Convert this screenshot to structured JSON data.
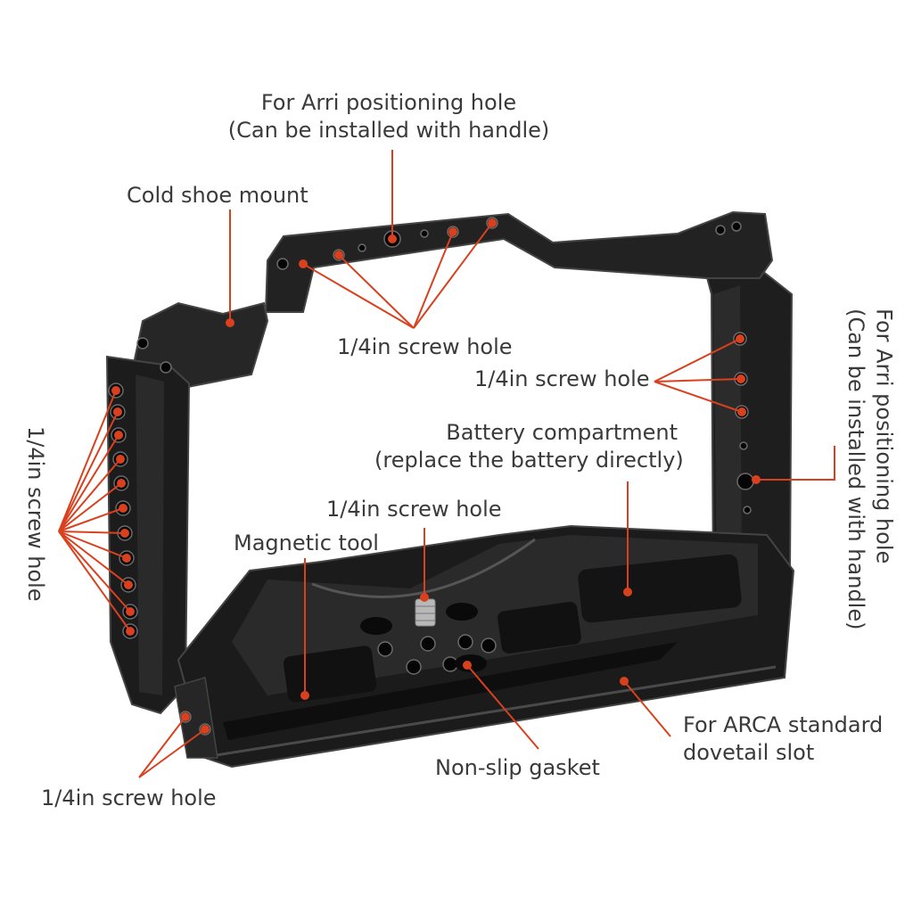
{
  "colors": {
    "background": "#ffffff",
    "metal": "#1e1e1e",
    "metal_edge": "#3b3b3b",
    "annotation": "#d9411e",
    "text": "#3a3a3a"
  },
  "labels": {
    "arri_top_line1": "For Arri positioning hole",
    "arri_top_line2": "(Can be installed with handle)",
    "cold_shoe": "Cold shoe mount",
    "screw_top": "1/4in screw hole",
    "screw_right": "1/4in screw hole",
    "battery_line1": "Battery compartment",
    "battery_line2": "(replace the battery directly)",
    "screw_bottom_center": "1/4in screw hole",
    "magnetic_tool": "Magnetic tool",
    "screw_left": "1/4in screw hole",
    "arri_right_line1": "For Arri positioning hole",
    "arri_right_line2": "(Can be installed with handle)",
    "arca_line1": "For ARCA standard",
    "arca_line2": "dovetail slot",
    "non_slip": "Non-slip gasket",
    "screw_bottom_left": "1/4in screw hole"
  },
  "icons": [
    "screw-hole-icon",
    "thumb-screw-icon",
    "callout-dot-icon"
  ]
}
